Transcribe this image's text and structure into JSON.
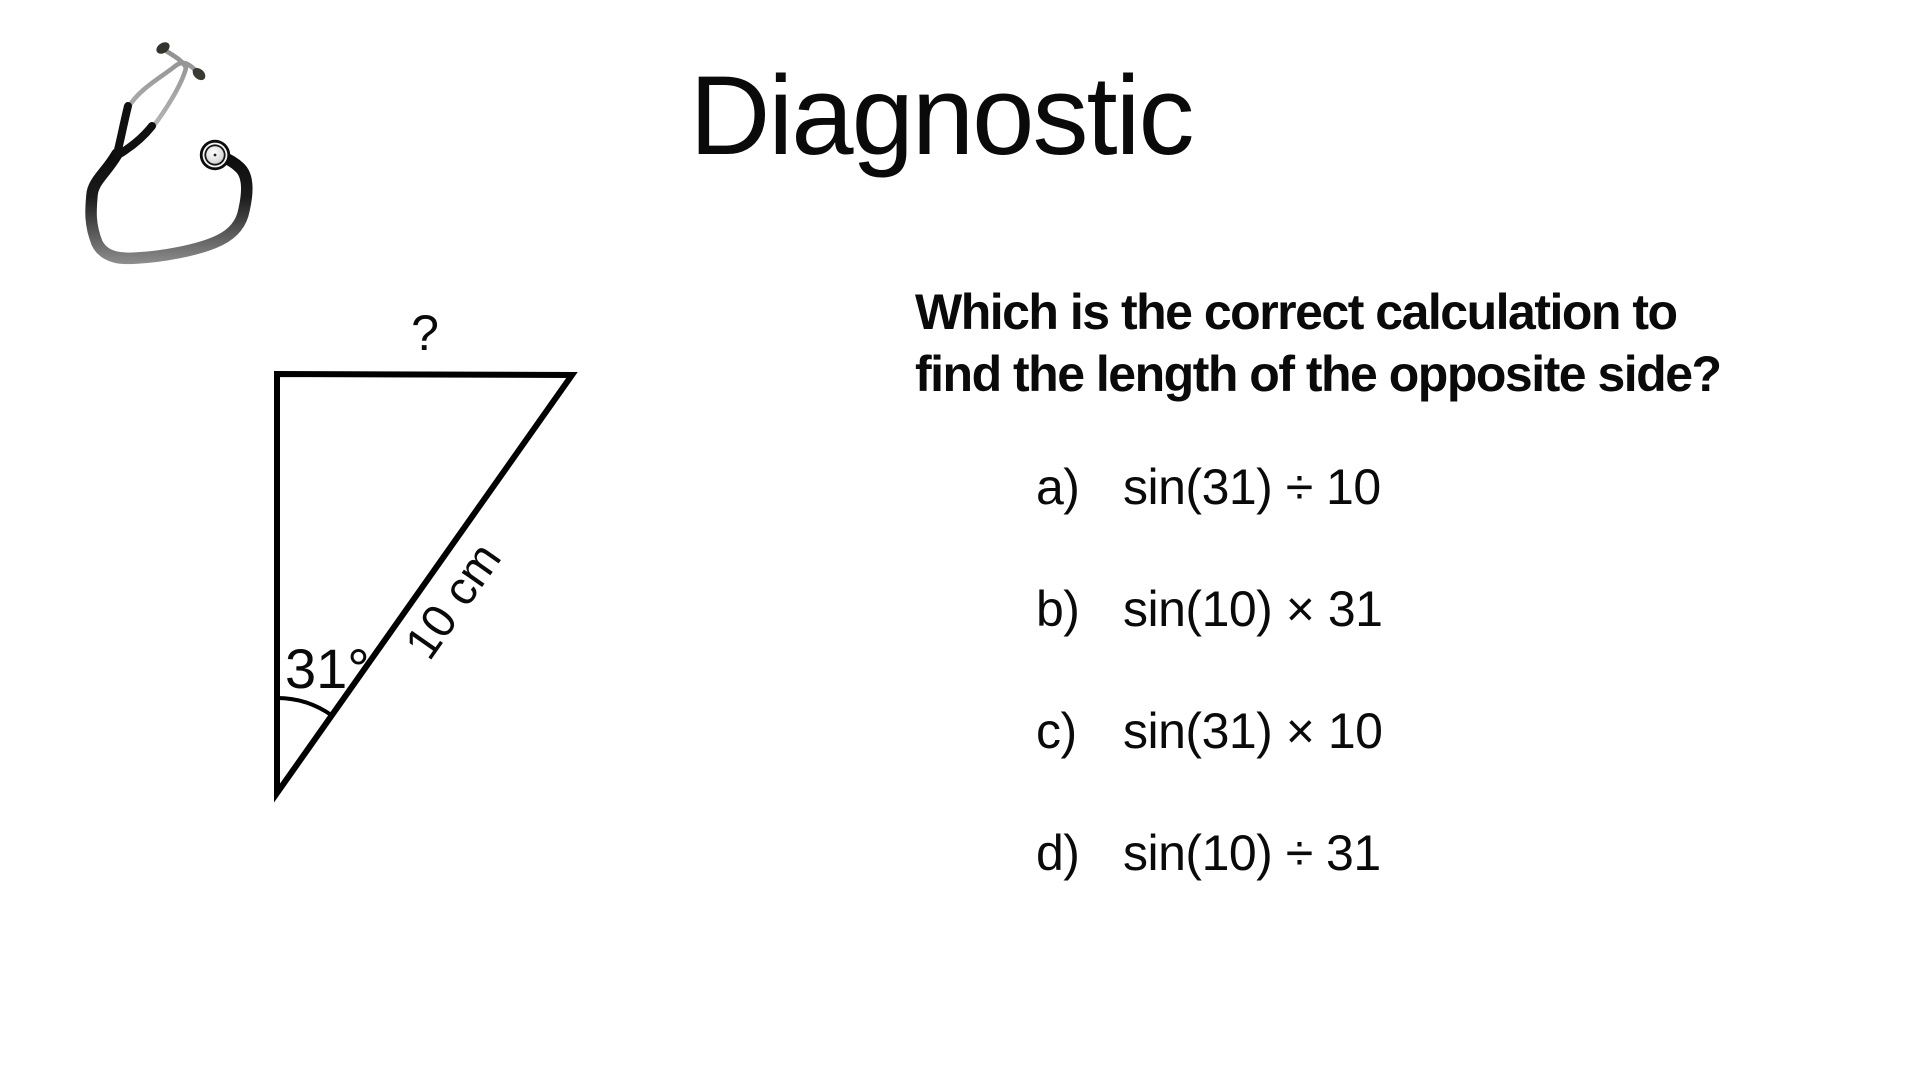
{
  "slide": {
    "background_color": "#ffffff",
    "title": "Diagnostic",
    "text_color": "#0a0a0a"
  },
  "icons": {
    "stethoscope": "stethoscope-clipart"
  },
  "diagram": {
    "unknown_side_label": "?",
    "angle_label": "31°",
    "hypotenuse_label": "10 cm",
    "line_color": "#000000"
  },
  "question": {
    "line1": "Which is the correct calculation to",
    "line2": "find the length of the opposite side?"
  },
  "options": [
    {
      "letter": "a)",
      "expression": "sin(31) ÷ 10"
    },
    {
      "letter": "b)",
      "expression": "sin(10) × 31"
    },
    {
      "letter": "c)",
      "expression": "sin(31) × 10"
    },
    {
      "letter": "d)",
      "expression": "sin(10) ÷ 31"
    }
  ]
}
